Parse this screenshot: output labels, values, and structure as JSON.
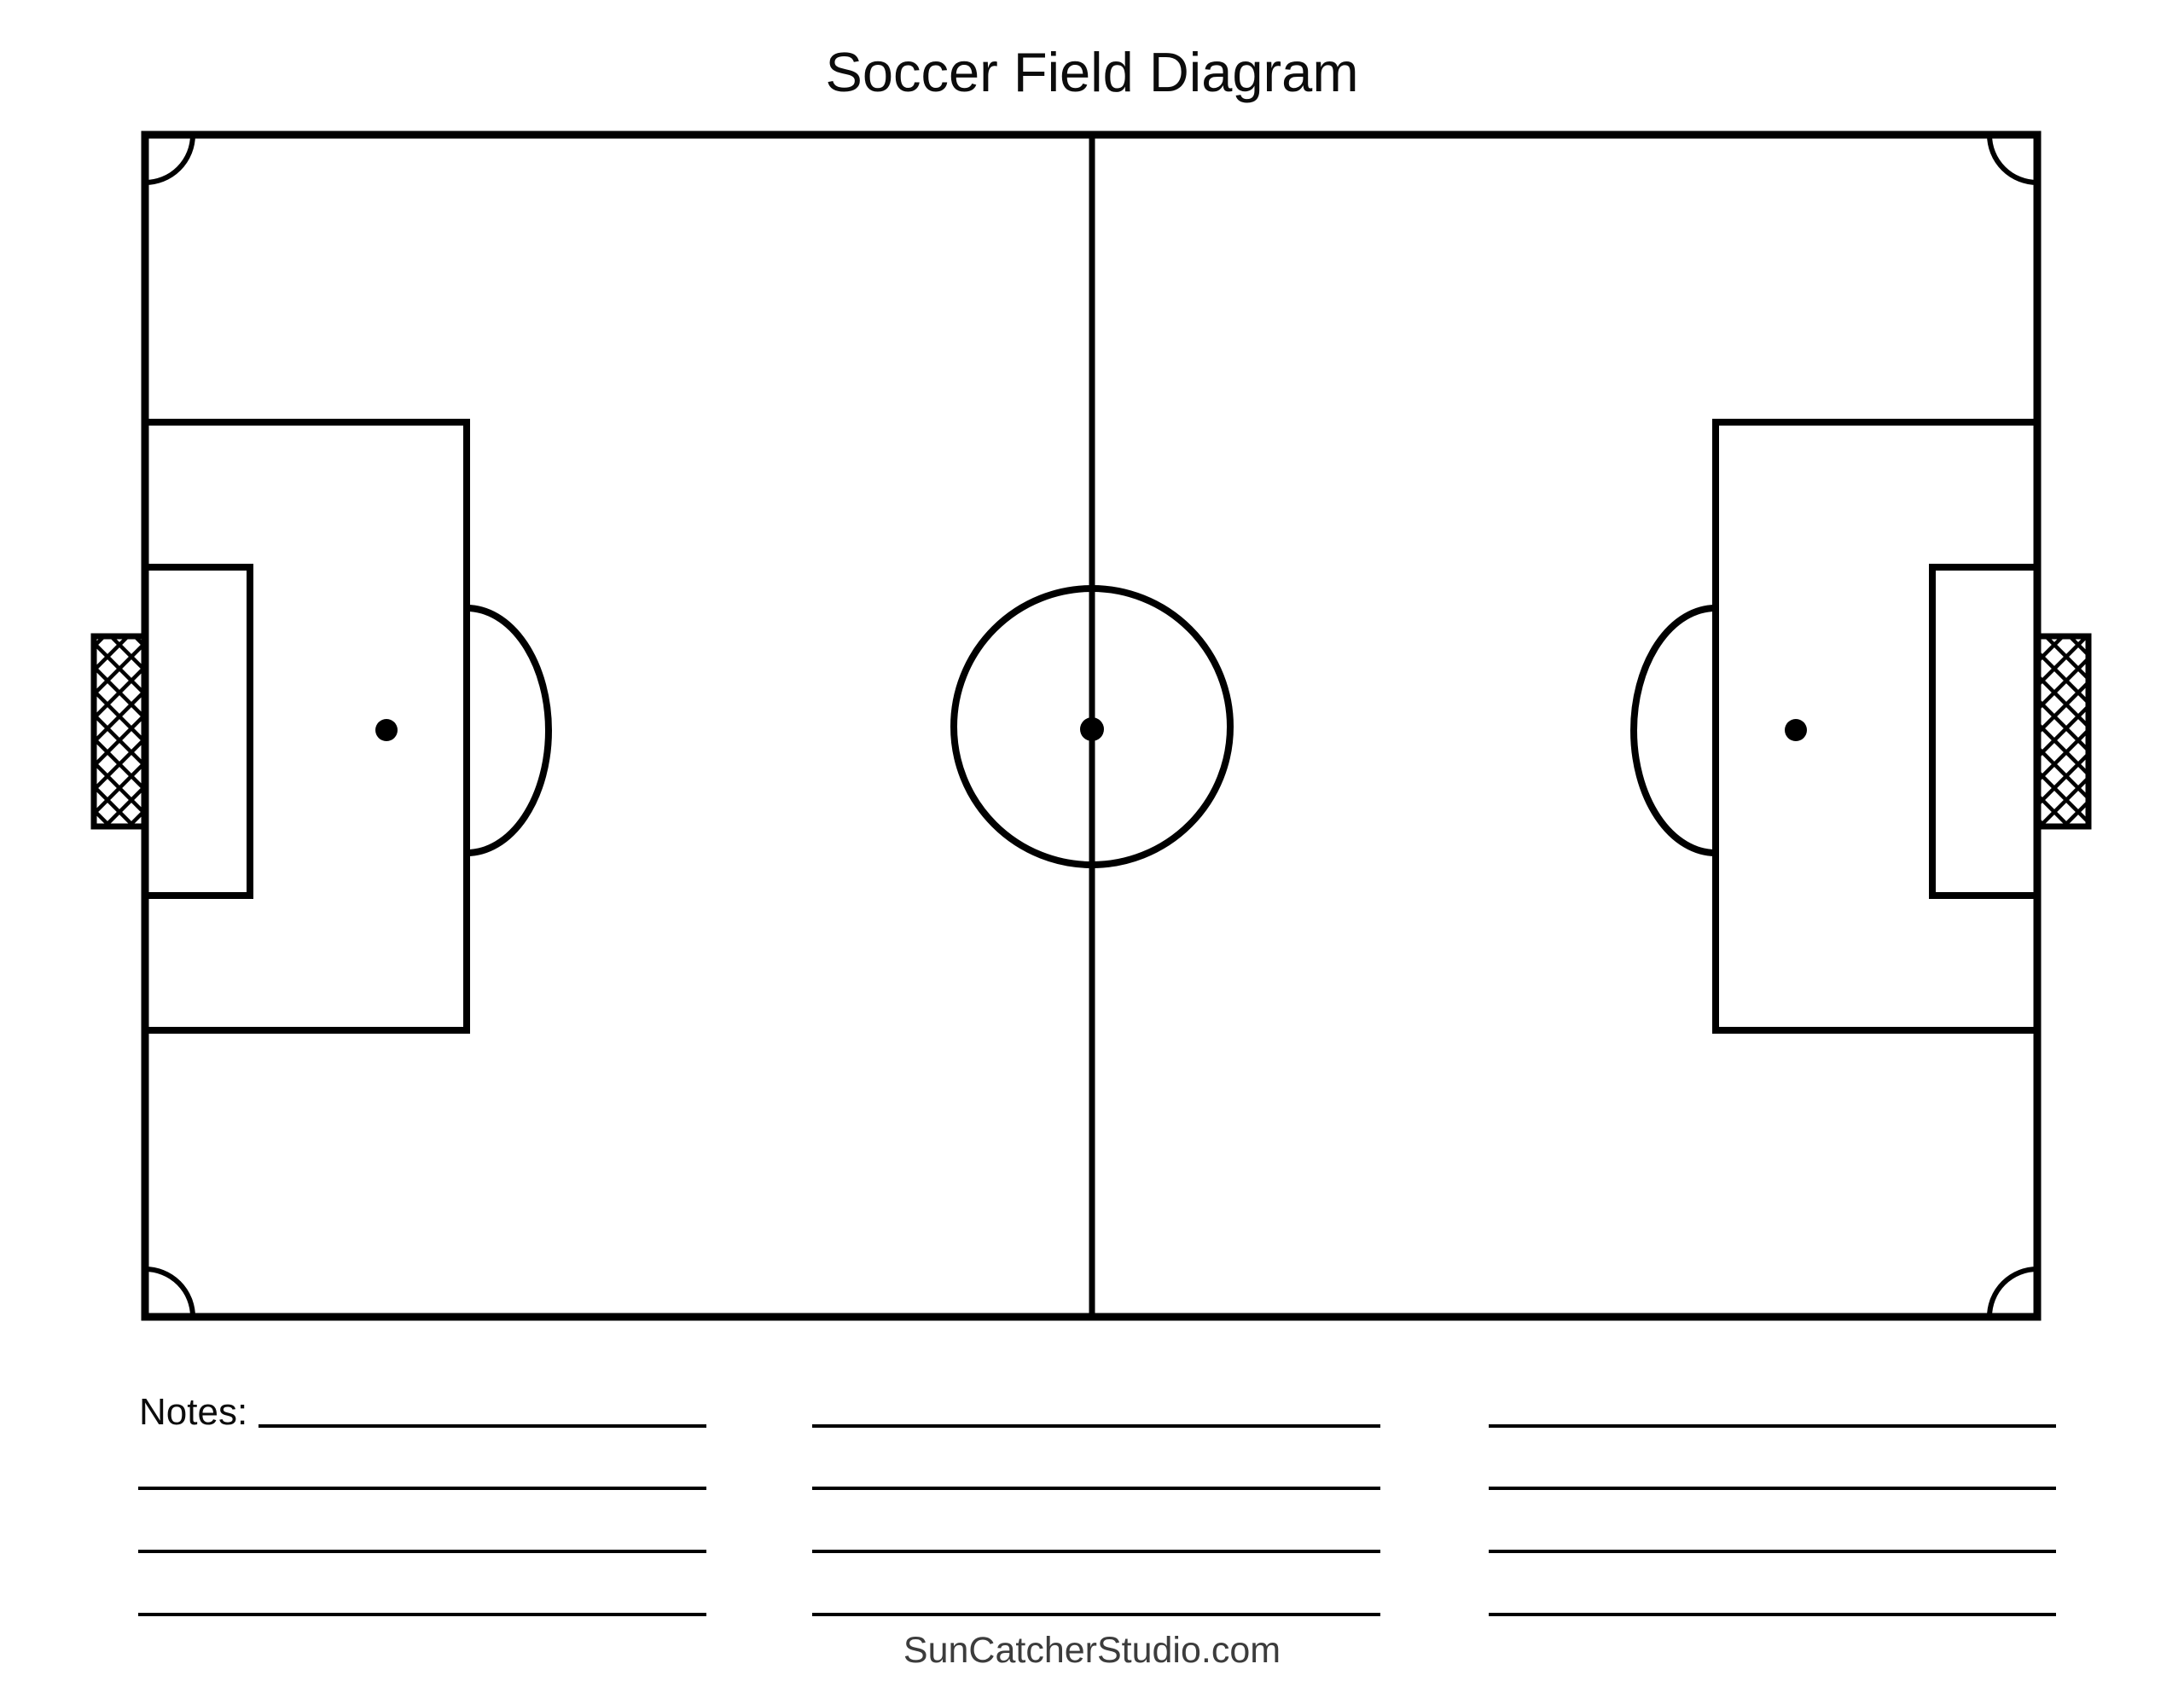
{
  "page": {
    "title": "Soccer Field Diagram",
    "background_color": "#ffffff",
    "line_color": "#000000"
  },
  "notes": {
    "label": "Notes:",
    "columns": 3,
    "ruled_lines_per_column": 4
  },
  "footer": {
    "website": "SunCatcherStudio.com",
    "text_color": "#3c3c3c"
  }
}
